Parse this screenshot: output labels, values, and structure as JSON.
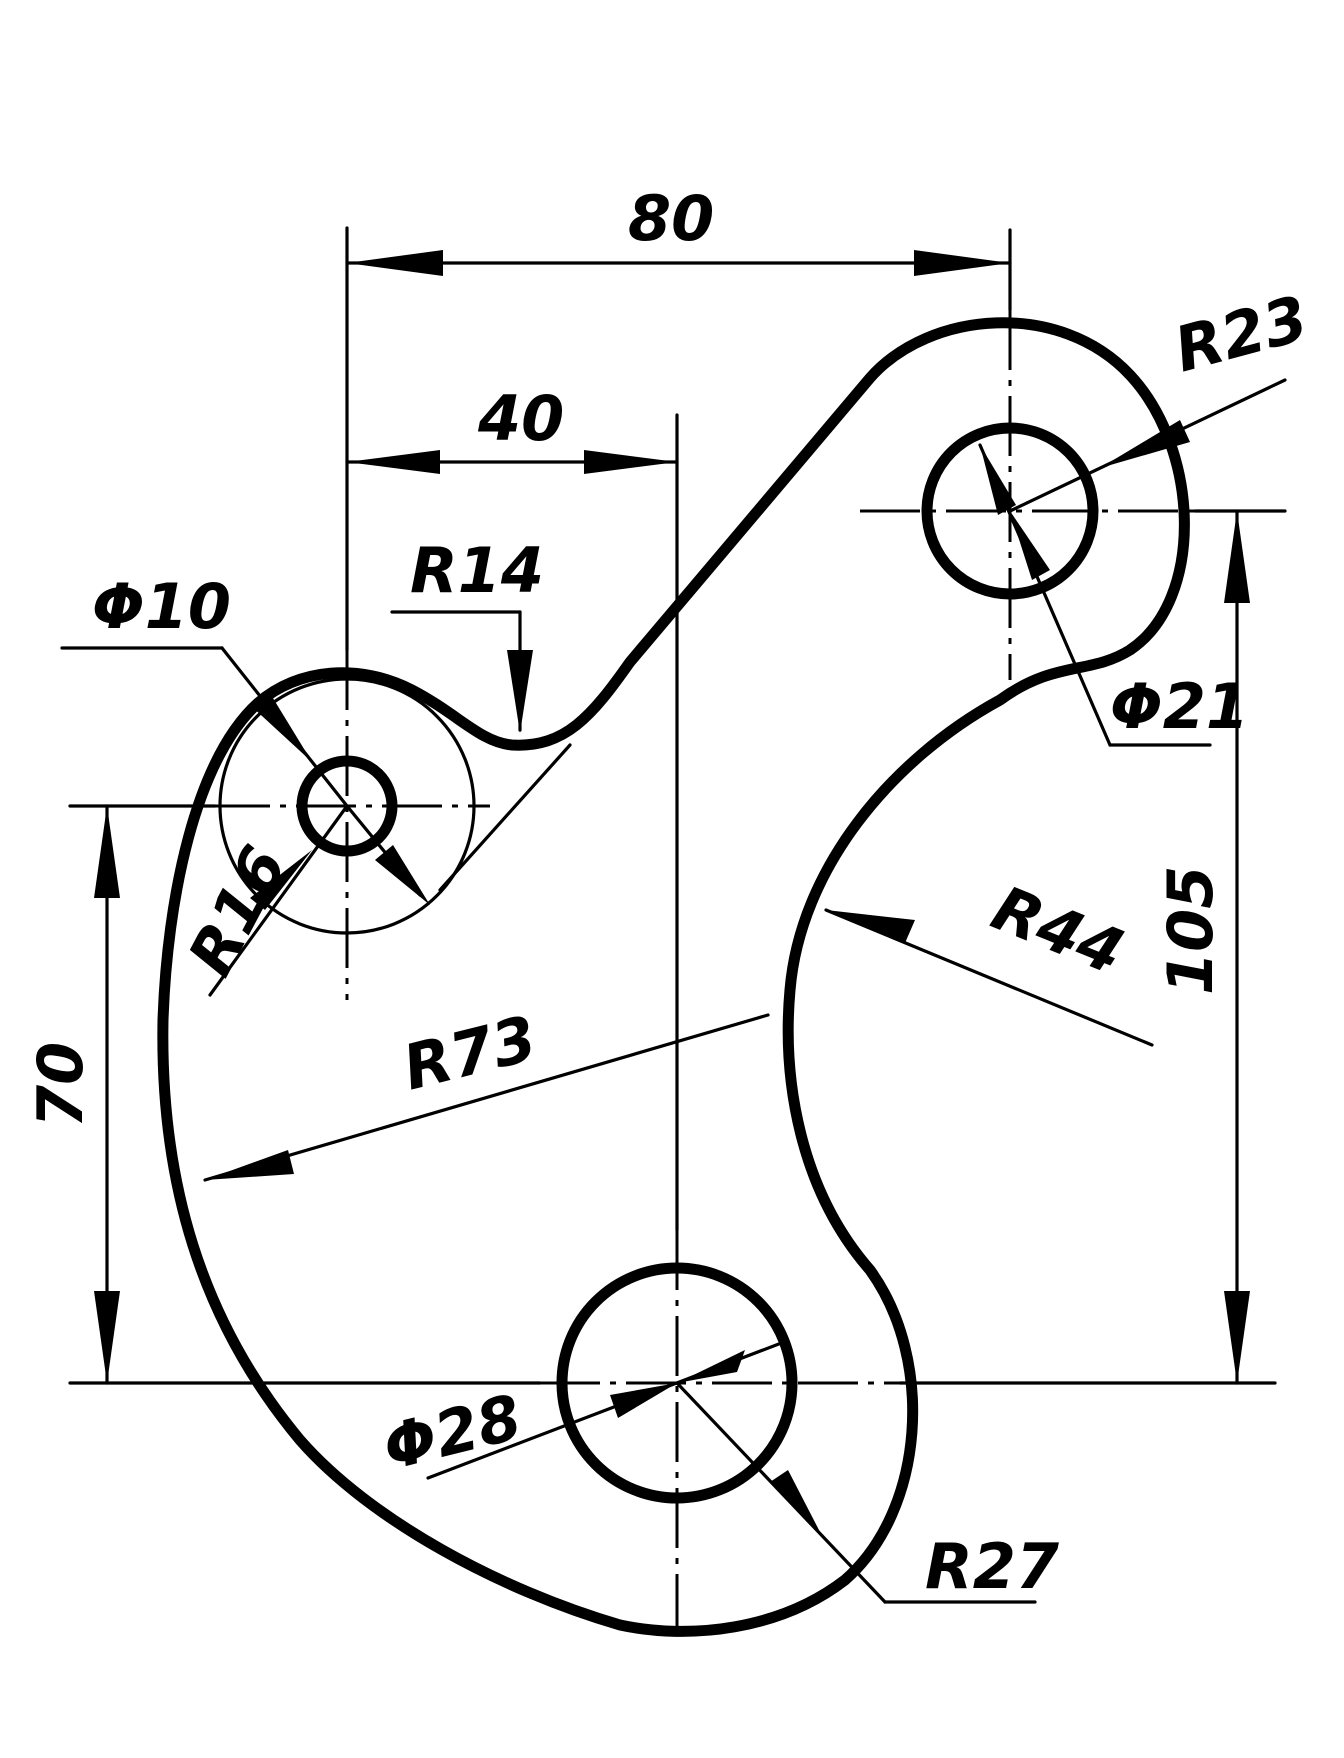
{
  "dimensions": {
    "d80": "80",
    "d40": "40",
    "d70": "70",
    "d105": "105",
    "r23": "R23",
    "r14": "R14",
    "r16": "R16",
    "r44": "R44",
    "r73": "R73",
    "r27": "R27",
    "phi10": "Φ10",
    "phi21": "Φ21",
    "phi28": "Φ28"
  }
}
